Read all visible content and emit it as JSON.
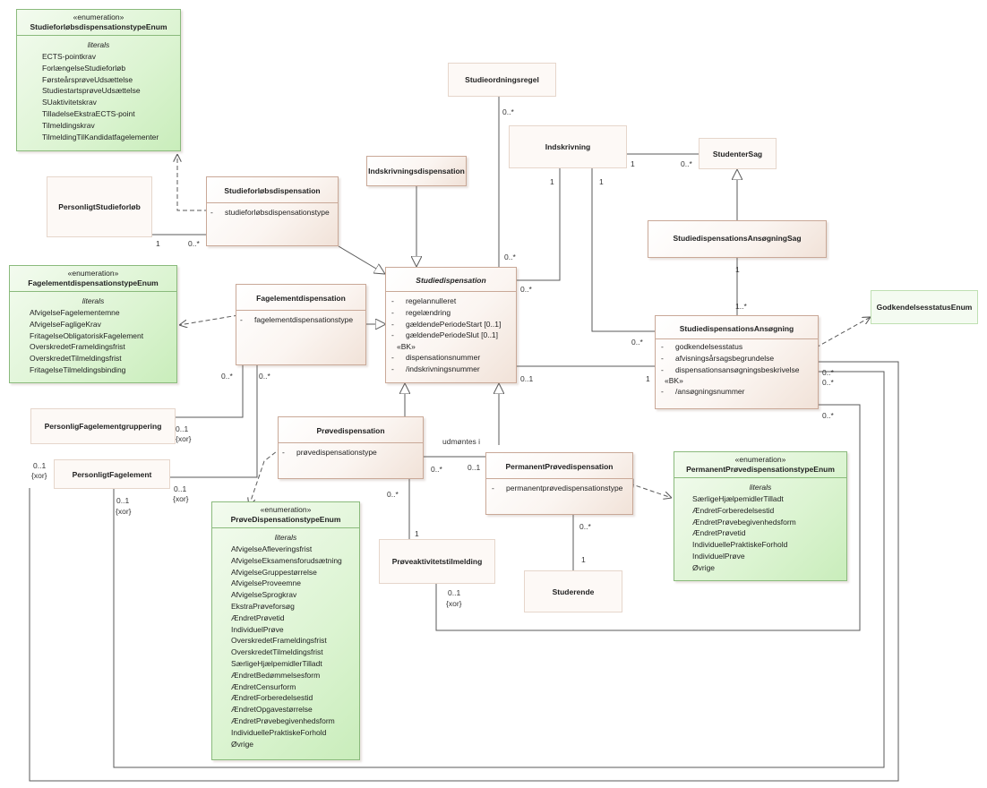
{
  "enums": {
    "studieforloeb_enum": {
      "stereotype": "«enumeration»",
      "name": "StudieforløbsdispensationstypeEnum",
      "section": "literals",
      "items": [
        "ECTS-pointkrav",
        "ForlængelseStudieforløb",
        "FørsteårsprøveUdsættelse",
        "StudiestartsprøveUdsættelse",
        "SUaktivitetskrav",
        "TilladelseEkstraECTS-point",
        "Tilmeldingskrav",
        "TilmeldingTilKandidatfagelementer"
      ]
    },
    "fagelement_enum": {
      "stereotype": "«enumeration»",
      "name": "FagelementdispensationstypeEnum",
      "section": "literals",
      "items": [
        "AfvigelseFagelementemne",
        "AfvigelseFagligeKrav",
        "FritagelseObligatoriskFagelement",
        "OverskredetFrameldingsfrist",
        "OverskredetTilmeldingsfrist",
        "FritagelseTilmeldingsbinding"
      ]
    },
    "proeve_enum": {
      "stereotype": "«enumeration»",
      "name": "PrøveDispensationstypeEnum",
      "section": "literals",
      "items": [
        "AfvigelseAfleveringsfrist",
        "AfvigelseEksamensforudsætning",
        "AfvigelseGruppestørrelse",
        "AfvigelseProveemne",
        "AfvigelseSprogkrav",
        "EkstraPrøveforsøg",
        "ÆndretPrøvetid",
        "IndividuelPrøve",
        "OverskredetFrameldingsfrist",
        "OverskredetTilmeldingsfrist",
        "SærligeHjælpemidlerTilladt",
        "ÆndretBedømmelsesform",
        "ÆndretCensurform",
        "ÆndretForberedelsestid",
        "ÆndretOpgavestørrelse",
        "ÆndretPrøvebegivenhedsform",
        "IndividuellePraktiskeForhold",
        "Øvrige"
      ]
    },
    "permanent_enum": {
      "stereotype": "«enumeration»",
      "name": "PermanentPrøvedispensationstypeEnum",
      "section": "literals",
      "items": [
        "SærligeHjælpemidlerTilladt",
        "ÆndretForberedelsestid",
        "ÆndretPrøvebegivenhedsform",
        "ÆndretPrøvetid",
        "IndividuellePraktiskeForhold",
        "IndividuelPrøve",
        "Øvrige"
      ]
    },
    "godkendelse_enum": {
      "name": "GodkendelsesstatusEnum"
    }
  },
  "classes": {
    "studieforloebsdispensation": {
      "name": "Studieforløbsdispensation",
      "attrs": [
        {
          "vis": "-",
          "name": "studieforløbsdispensationstype"
        }
      ]
    },
    "fagelementdispensation": {
      "name": "Fagelementdispensation",
      "attrs": [
        {
          "vis": "-",
          "name": "fagelementdispensationstype"
        }
      ]
    },
    "proevedispensation": {
      "name": "Prøvedispensation",
      "attrs": [
        {
          "vis": "-",
          "name": "prøvedispensationstype"
        }
      ]
    },
    "permanent": {
      "name": "PermanentPrøvedispensation",
      "attrs": [
        {
          "vis": "-",
          "name": "permanentprøvedispensationstype"
        }
      ]
    },
    "studiedispensation": {
      "name": "Studiedispensation",
      "attrs": [
        {
          "vis": "-",
          "name": "regelannulleret"
        },
        {
          "vis": "-",
          "name": "regelændring"
        },
        {
          "vis": "-",
          "name": "gældendePeriodeStart [0..1]"
        },
        {
          "vis": "-",
          "name": "gældendePeriodeSlut [0..1]"
        }
      ],
      "bk_label": "«BK»",
      "bk_attrs": [
        {
          "vis": "-",
          "name": "dispensationsnummer"
        },
        {
          "vis": "-",
          "name": "/indskrivningsnummer"
        }
      ]
    },
    "ansoegning": {
      "name": "StudiedispensationsAnsøgning",
      "attrs": [
        {
          "vis": "-",
          "name": "godkendelsesstatus"
        },
        {
          "vis": "-",
          "name": "afvisningsårsagsbegrundelse"
        },
        {
          "vis": "-",
          "name": "dispensationsansøgningsbeskrivelse"
        }
      ],
      "bk_label": "«BK»",
      "bk_attrs": [
        {
          "vis": "-",
          "name": "/ansøgningsnummer"
        }
      ]
    },
    "indskrivningsdispensation": {
      "name": "Indskrivningsdispensation"
    },
    "ansoegning_sag": {
      "name": "StudiedispensationsAnsøgningSag"
    },
    "studentersag": {
      "name": "StudenterSag"
    },
    "indskrivning": {
      "name": "Indskrivning"
    },
    "studieordningsregel": {
      "name": "Studieordningsregel"
    },
    "personligt_studieforloeb": {
      "name": "PersonligtStudieforløb"
    },
    "personlig_fagelementgruppering": {
      "name": "PersonligFagelementgruppering"
    },
    "personligt_fagelement": {
      "name": "PersonligtFagelement"
    },
    "proeveaktivitetstilmelding": {
      "name": "Prøveaktivitetstilmelding"
    },
    "studerende": {
      "name": "Studerende"
    }
  },
  "labels": {
    "studieordningsregel_mult": "0..*",
    "indskrivning_left_1": "1",
    "indskrivning_right_1": "1",
    "indskrivning_studentersag_1": "1",
    "studentersag_mult": "0..*",
    "studiedispensation_regel_mult": "0..*",
    "studiedispensation_indskr_mult": "0..*",
    "personligt_studieforloeb_1": "1",
    "studieforloeb_disp_mult": "0..*",
    "sag_1": "1",
    "ansoegning_1n": "1..*",
    "ansoegning_indskr_mult": "0..*",
    "studiedisp_ansoeg_01": "0..1",
    "ansoegning_1": "1",
    "ansoegning_right_a": "0..*",
    "ansoegning_right_b": "0..*",
    "ansoegning_right_c": "0..*",
    "fagelement_left_mult": "0..*",
    "fagelement_right_mult": "0..*",
    "pfg_01": "0..1",
    "pfg_xor": "{xor}",
    "pfe_left_01": "0..1",
    "pfe_left_xor": "{xor}",
    "pfe_right_01": "0..1",
    "pfe_right_xor": "{xor}",
    "pfe_bottom_01": "0..1",
    "pfe_bottom_xor": "{xor}",
    "udmoentes": "udmøntes i",
    "proeve_udm_mult": "0..*",
    "permanent_udm_01": "0..1",
    "proeve_akt_mult": "0..*",
    "proeveakt_1": "1",
    "proeveakt_01": "0..1",
    "proeveakt_xor": "{xor}",
    "permanent_stud_mult": "0..*",
    "studerende_1": "1"
  }
}
